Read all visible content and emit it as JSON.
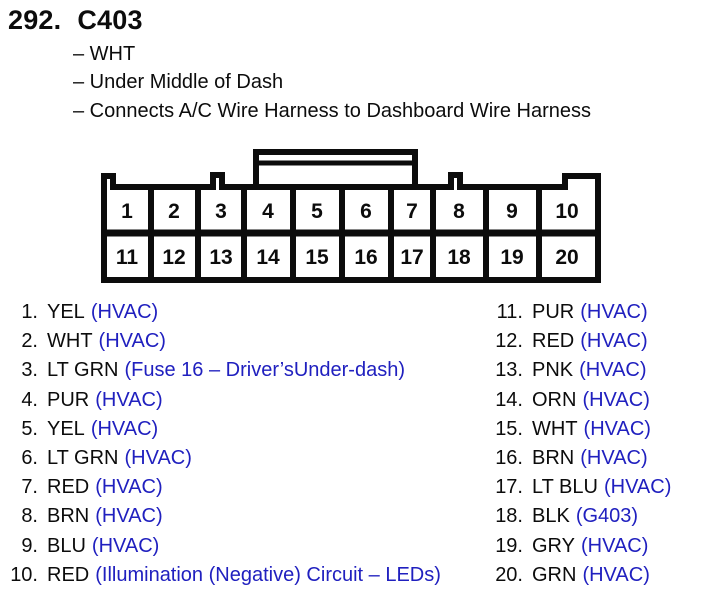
{
  "header": {
    "index": "292.",
    "connector_id": "C403"
  },
  "bullets": [
    "– WHT",
    "– Under Middle of Dash",
    "– Connects A/C Wire Harness to Dashboard Wire Harness"
  ],
  "connector": {
    "top_row": [
      "1",
      "2",
      "3",
      "4",
      "5",
      "6",
      "7",
      "8",
      "9",
      "10"
    ],
    "bottom_row": [
      "11",
      "12",
      "13",
      "14",
      "15",
      "16",
      "17",
      "18",
      "19",
      "20"
    ]
  },
  "pins": {
    "left": [
      {
        "num": "1.",
        "color": "YEL",
        "circuit": "(HVAC)"
      },
      {
        "num": "2.",
        "color": "WHT",
        "circuit": "(HVAC)"
      },
      {
        "num": "3.",
        "color": "LT GRN",
        "circuit": "(Fuse 16 – Driver’sUnder-dash)"
      },
      {
        "num": "4.",
        "color": "PUR",
        "circuit": "(HVAC)"
      },
      {
        "num": "5.",
        "color": "YEL",
        "circuit": "(HVAC)"
      },
      {
        "num": "6.",
        "color": "LT GRN",
        "circuit": "(HVAC)"
      },
      {
        "num": "7.",
        "color": "RED",
        "circuit": "(HVAC)"
      },
      {
        "num": "8.",
        "color": "BRN",
        "circuit": "(HVAC)"
      },
      {
        "num": "9.",
        "color": "BLU",
        "circuit": "(HVAC)"
      },
      {
        "num": "10.",
        "color": "RED",
        "circuit": "(Illumination (Negative) Circuit – LEDs)"
      }
    ],
    "right": [
      {
        "num": "11.",
        "color": "PUR",
        "circuit": "(HVAC)"
      },
      {
        "num": "12.",
        "color": "RED",
        "circuit": "(HVAC)"
      },
      {
        "num": "13.",
        "color": "PNK",
        "circuit": "(HVAC)"
      },
      {
        "num": "14.",
        "color": "ORN",
        "circuit": "(HVAC)"
      },
      {
        "num": "15.",
        "color": "WHT",
        "circuit": "(HVAC)"
      },
      {
        "num": "16.",
        "color": "BRN",
        "circuit": "(HVAC)"
      },
      {
        "num": "17.",
        "color": "LT BLU",
        "circuit": "(HVAC)"
      },
      {
        "num": "18.",
        "color": "BLK",
        "circuit": "(G403)"
      },
      {
        "num": "19.",
        "color": "GRY",
        "circuit": "(HVAC)"
      },
      {
        "num": "20.",
        "color": "GRN",
        "circuit": "(HVAC)"
      }
    ]
  },
  "colors": {
    "ink": "#0c0c0c",
    "blue": "#2020bf",
    "paper": "#ffffff"
  }
}
